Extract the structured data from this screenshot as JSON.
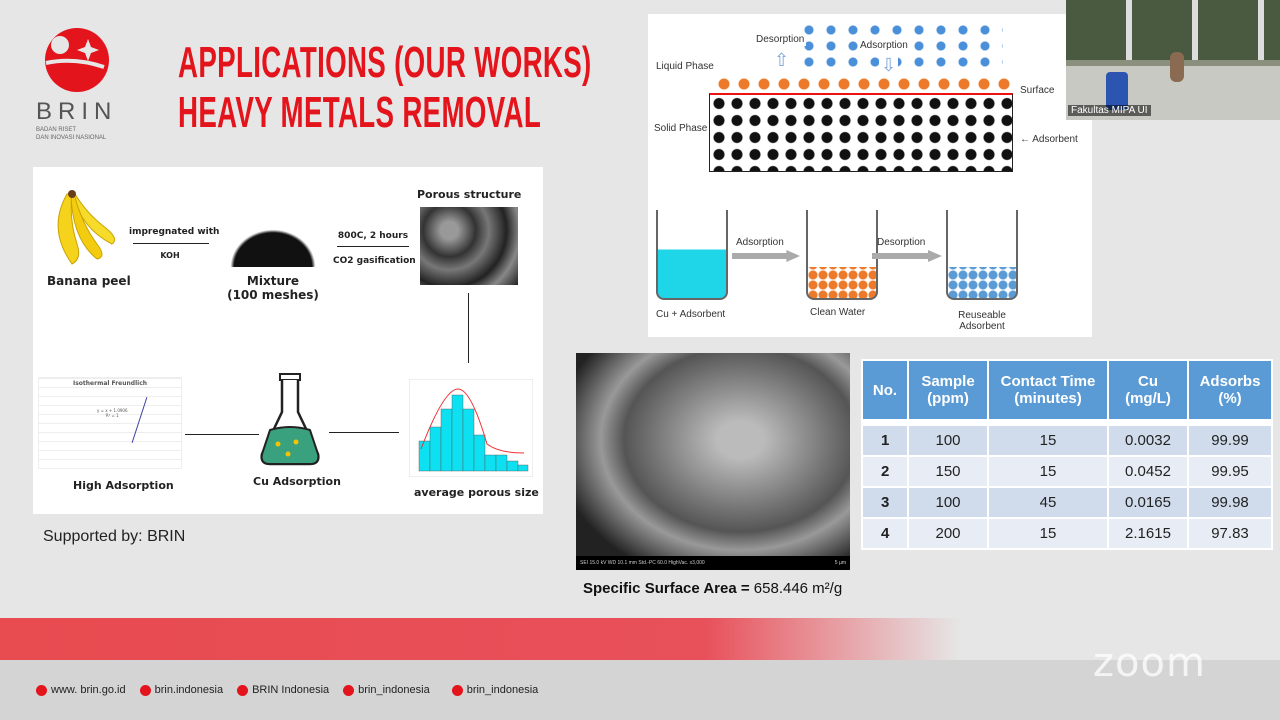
{
  "slide": {
    "logo": {
      "name": "BRIN",
      "subtitle_1": "BADAN RISET",
      "subtitle_2": "DAN INOVASI NASIONAL"
    },
    "title_line1": "APPLICATIONS (OUR WORKS)",
    "title_line2": "HEAVY METALS REMOVAL",
    "process": {
      "banana": "Banana peel",
      "arrow1_top": "impregnated with",
      "arrow1_bottom": "KOH",
      "mixture": "Mixture",
      "mixture_sub": "(100 meshes)",
      "arrow2_top": "800C, 2 hours",
      "arrow2_bottom": "CO2 gasification",
      "porous": "Porous  structure",
      "avg_size": "average porous size",
      "cu_adsorption": "Cu Adsorption",
      "high_adsorption": "High Adsorption",
      "chart_title": "Isothermal Freundlich",
      "chart_eq": "y = x + 1.0906",
      "chart_r2": "R² = 1"
    },
    "supported_by": "Supported by: BRIN",
    "mechanism": {
      "liquid_phase": "Liquid Phase",
      "solid_phase": "Solid Phase",
      "desorption": "Desorption",
      "adsorption": "Adsorption",
      "surface": "Surface",
      "adsorbent": "Adsorbent",
      "beaker1": "Cu + Adsorbent",
      "beaker2": "Clean Water",
      "beaker3": "Reuseable Adsorbent",
      "arrow_a": "Adsorption",
      "arrow_b": "Desorption"
    },
    "sem": {
      "info": "SEI   15.0 kV   WD 10.1 mm   Std.-PC 60.0   HighVac.   x3,000",
      "scale": "5 µm"
    },
    "surface_area_label": "Specific Surface Area =",
    "surface_area_value": "658.446 m²/g",
    "table": {
      "headers": [
        [
          "No.",
          ""
        ],
        [
          "Sample",
          "(ppm)"
        ],
        [
          "Contact Time",
          "(minutes)"
        ],
        [
          "Cu",
          "(mg/L)"
        ],
        [
          "Adsorbs",
          "(%)"
        ]
      ],
      "rows": [
        [
          "1",
          "100",
          "15",
          "0.0032",
          "99.99"
        ],
        [
          "2",
          "150",
          "15",
          "0.0452",
          "99.95"
        ],
        [
          "3",
          "100",
          "45",
          "0.0165",
          "99.98"
        ],
        [
          "4",
          "200",
          "15",
          "2.1615",
          "97.83"
        ]
      ]
    },
    "footer": [
      "www. brin.go.id",
      "brin.indonesia",
      "BRIN Indonesia",
      "brin_indonesia",
      "brin_indonesia"
    ]
  },
  "zoom": {
    "watermark": "zoom",
    "participant_name": "Fakultas MIPA UI"
  },
  "colors": {
    "brand_red": "#e3141b",
    "table_header": "#5b9bd5"
  }
}
